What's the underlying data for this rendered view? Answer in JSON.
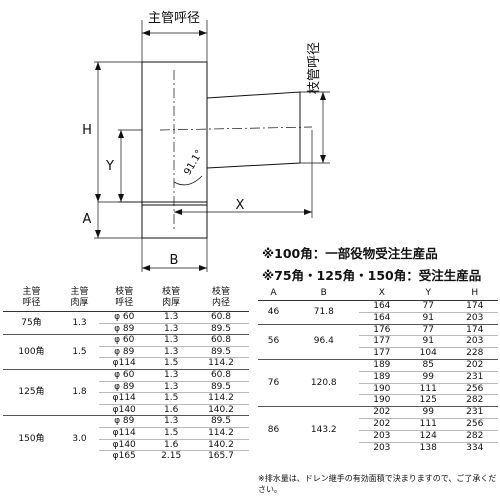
{
  "drawing": {
    "main_dia_label": "主管呼径",
    "branch_dia_label": "枝管呼径",
    "dim_H": "H",
    "dim_Y": "Y",
    "dim_A": "A",
    "dim_X": "X",
    "dim_B": "B",
    "angle_label": "91.1°"
  },
  "notes": {
    "line1": "※100角：一部役物受注生産品",
    "line2": "※75角・125角・150角：受注生産品"
  },
  "left_table": {
    "headers": [
      "主管\n呼径",
      "主管\n肉厚",
      "枝管\n呼径",
      "枝管\n肉厚",
      "枝管\n内径"
    ],
    "groups": [
      {
        "main_dia": "75角",
        "main_thick": "1.3",
        "rows": [
          {
            "branch_dia": "φ 60",
            "branch_thick": "1.3",
            "branch_inner": "60.8"
          },
          {
            "branch_dia": "φ 89",
            "branch_thick": "1.3",
            "branch_inner": "89.5"
          }
        ]
      },
      {
        "main_dia": "100角",
        "main_thick": "1.5",
        "rows": [
          {
            "branch_dia": "φ 60",
            "branch_thick": "1.3",
            "branch_inner": "60.8"
          },
          {
            "branch_dia": "φ 89",
            "branch_thick": "1.3",
            "branch_inner": "89.5"
          },
          {
            "branch_dia": "φ114",
            "branch_thick": "1.5",
            "branch_inner": "114.2"
          }
        ]
      },
      {
        "main_dia": "125角",
        "main_thick": "1.8",
        "rows": [
          {
            "branch_dia": "φ 60",
            "branch_thick": "1.3",
            "branch_inner": "60.8"
          },
          {
            "branch_dia": "φ 89",
            "branch_thick": "1.3",
            "branch_inner": "89.5"
          },
          {
            "branch_dia": "φ114",
            "branch_thick": "1.5",
            "branch_inner": "114.2"
          },
          {
            "branch_dia": "φ140",
            "branch_thick": "1.6",
            "branch_inner": "140.2"
          }
        ]
      },
      {
        "main_dia": "150角",
        "main_thick": "3.0",
        "rows": [
          {
            "branch_dia": "φ 89",
            "branch_thick": "1.3",
            "branch_inner": "89.5"
          },
          {
            "branch_dia": "φ114",
            "branch_thick": "1.5",
            "branch_inner": "114.2"
          },
          {
            "branch_dia": "φ140",
            "branch_thick": "1.6",
            "branch_inner": "140.2"
          },
          {
            "branch_dia": "φ165",
            "branch_thick": "2.15",
            "branch_inner": "165.7"
          }
        ]
      }
    ]
  },
  "right_table": {
    "headers": [
      "A",
      "B",
      "X",
      "Y",
      "H"
    ],
    "groups": [
      {
        "A": "46",
        "B": "71.8",
        "rows": [
          {
            "X": "164",
            "Y": "77",
            "H": "174"
          },
          {
            "X": "164",
            "Y": "91",
            "H": "203"
          }
        ]
      },
      {
        "A": "56",
        "B": "96.4",
        "rows": [
          {
            "X": "176",
            "Y": "77",
            "H": "174"
          },
          {
            "X": "177",
            "Y": "91",
            "H": "203"
          },
          {
            "X": "177",
            "Y": "104",
            "H": "228"
          }
        ]
      },
      {
        "A": "76",
        "B": "120.8",
        "rows": [
          {
            "X": "189",
            "Y": "85",
            "H": "202"
          },
          {
            "X": "189",
            "Y": "99",
            "H": "231"
          },
          {
            "X": "190",
            "Y": "111",
            "H": "256"
          },
          {
            "X": "190",
            "Y": "125",
            "H": "282"
          }
        ]
      },
      {
        "A": "86",
        "B": "143.2",
        "rows": [
          {
            "X": "202",
            "Y": "99",
            "H": "231"
          },
          {
            "X": "202",
            "Y": "111",
            "H": "256"
          },
          {
            "X": "203",
            "Y": "124",
            "H": "282"
          },
          {
            "X": "203",
            "Y": "138",
            "H": "334"
          }
        ]
      }
    ]
  },
  "footnote": "※排水量は、ドレン継手の有効面積で決まりますので、ご了承ください。"
}
